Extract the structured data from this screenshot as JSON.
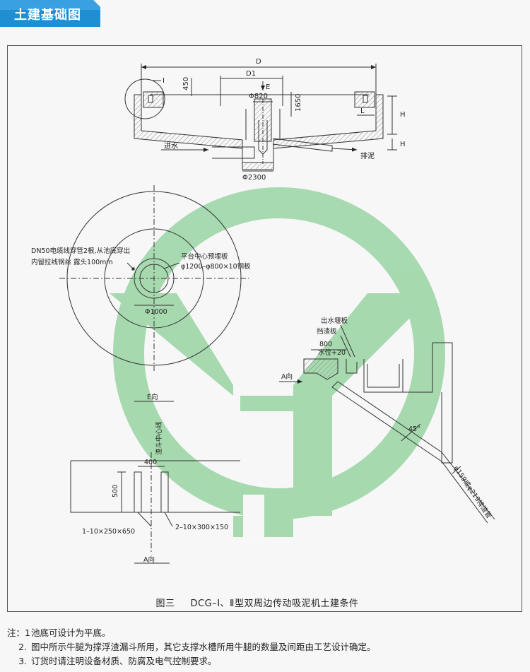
{
  "header": {
    "title": "土建基础图"
  },
  "colors": {
    "header_blue": "#1f8fd2",
    "watermark_green": "#9fd6a8",
    "line": "#333333"
  },
  "section_view": {
    "labels": {
      "D": "D",
      "D1": "D1",
      "h450": "450",
      "phi820": "Φ820",
      "E": "E",
      "h1650": "1650",
      "H": "H",
      "L": "L",
      "H2": "H",
      "circle_ref": "I",
      "inlet": "进水",
      "outlet": "排泥",
      "phi2300": "Φ2300"
    }
  },
  "plan_view": {
    "cable_note_1": "DN50电缆线穿管2根,从池底穿出",
    "cable_note_2": "内留拉线钢丝 露头100mm",
    "plate_note_1": "平台中心预埋板",
    "plate_note_2": "φ1200–φ800×10钢板",
    "phi1000": "Φ1000",
    "e_view": "E向"
  },
  "weir_detail": {
    "weir_label": "出水堰板",
    "baffle_label": "挡渣板",
    "dim800": "800",
    "water_level": "水位+20",
    "a_direction": "A向",
    "angle": "45°",
    "pipe_label": "φ159或φ219排渣管"
  },
  "a_view": {
    "centerline": "渣斗中心线",
    "dim400": "400",
    "dim500": "500",
    "plate1": "1–10×250×650",
    "plate2": "2–10×300×150",
    "a_view_label": "A向"
  },
  "caption": {
    "figure_no": "图三",
    "title": "DCG–Ⅰ、Ⅱ型双周边传动吸泥机土建条件"
  },
  "notes": [
    {
      "num": "注：1",
      "text": "池底可设计为平底。"
    },
    {
      "num": "2.",
      "text": "图中所示牛腿为撑浮渣漏斗所用，其它支撑水槽所用牛腿的数量及间距由工艺设计确定。"
    },
    {
      "num": "3.",
      "text": "订货时请注明设备材质、防腐及电气控制要求。"
    }
  ]
}
